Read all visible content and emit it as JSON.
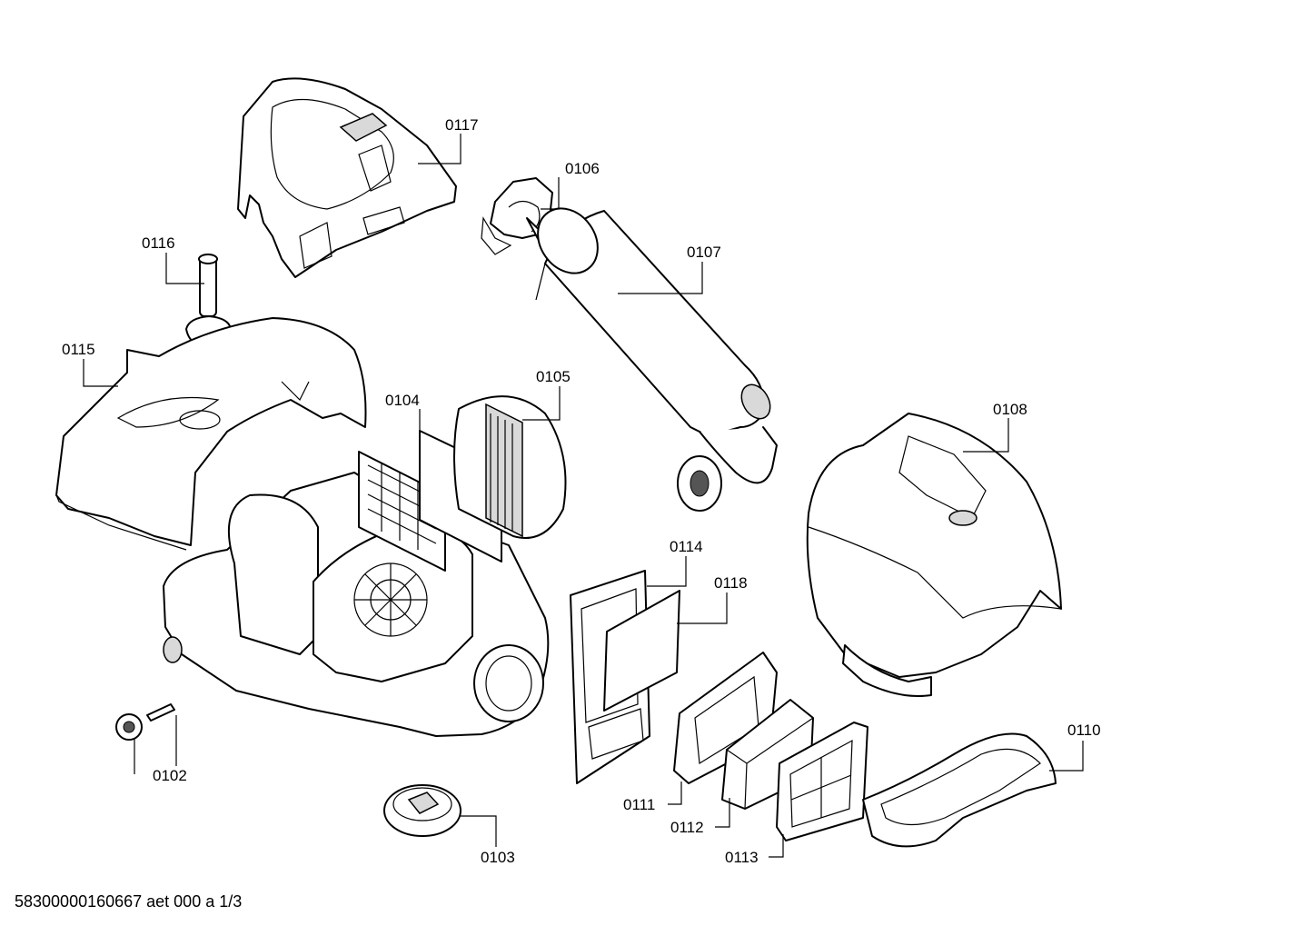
{
  "document": {
    "footer": "58300000160667 aet 000 a 1/3"
  },
  "parts": {
    "p0102": "0102",
    "p0103": "0103",
    "p0104": "0104",
    "p0105": "0105",
    "p0106": "0106",
    "p0107": "0107",
    "p0108": "0108",
    "p0110": "0110",
    "p0111": "0111",
    "p0112": "0112",
    "p0113": "0113",
    "p0114": "0114",
    "p0115": "0115",
    "p0116": "0116",
    "p0117": "0117",
    "p0118": "0118"
  }
}
